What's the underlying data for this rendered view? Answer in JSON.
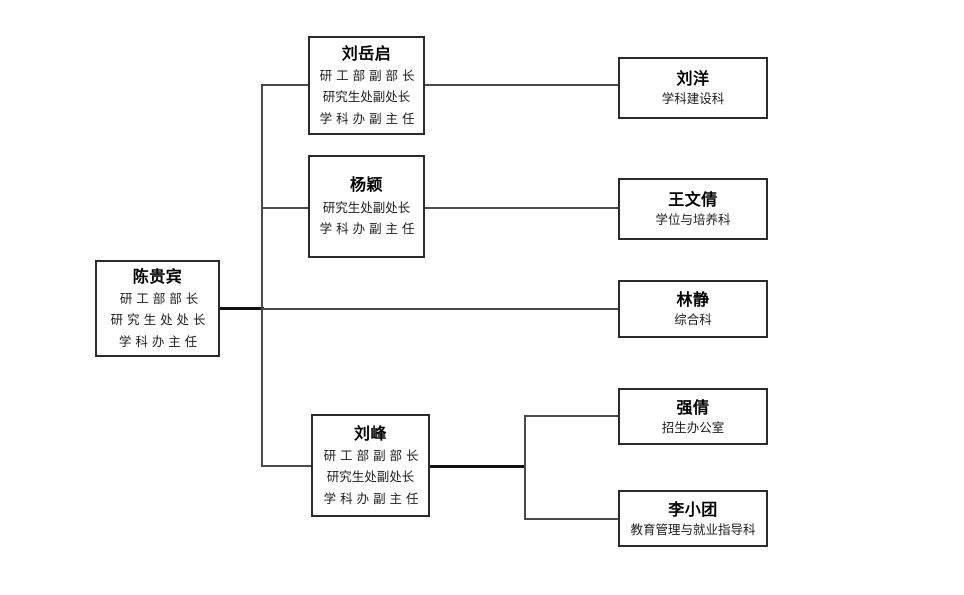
{
  "diagram": {
    "type": "organization-chart",
    "orientation": "left-to-right",
    "line_color": "#4a4a4a",
    "box_border_color": "#2b2b2b",
    "background_color": "#ffffff"
  },
  "root": {
    "name": "陈贵宾",
    "titles": [
      "研 工 部 部 长",
      "研 究 生 处 处 长",
      "学 科 办 主 任"
    ]
  },
  "deputies": [
    {
      "id": "liu-yueqi",
      "name": "刘岳启",
      "titles": [
        "研 工 部 副 部 长",
        "研究生处副处长",
        "学 科 办 副 主 任"
      ]
    },
    {
      "id": "yang-ying",
      "name": "杨颖",
      "titles": [
        "研究生处副处长",
        "学 科 办 副 主 任"
      ]
    },
    {
      "id": "liu-feng",
      "name": "刘峰",
      "titles": [
        "研 工 部 副 部 长",
        "研究生处副处长",
        "学 科 办 副 主 任"
      ]
    }
  ],
  "staff": [
    {
      "id": "liu-yang",
      "name": "刘洋",
      "department": "学科建设科"
    },
    {
      "id": "wang-wenqian",
      "name": "王文倩",
      "department": "学位与培养科"
    },
    {
      "id": "lin-jing",
      "name": "林静",
      "department": "综合科"
    },
    {
      "id": "qiang-qian",
      "name": "强倩",
      "department": "招生办公室"
    },
    {
      "id": "li-xiaotuan",
      "name": "李小团",
      "department": "教育管理与就业指导科"
    }
  ]
}
